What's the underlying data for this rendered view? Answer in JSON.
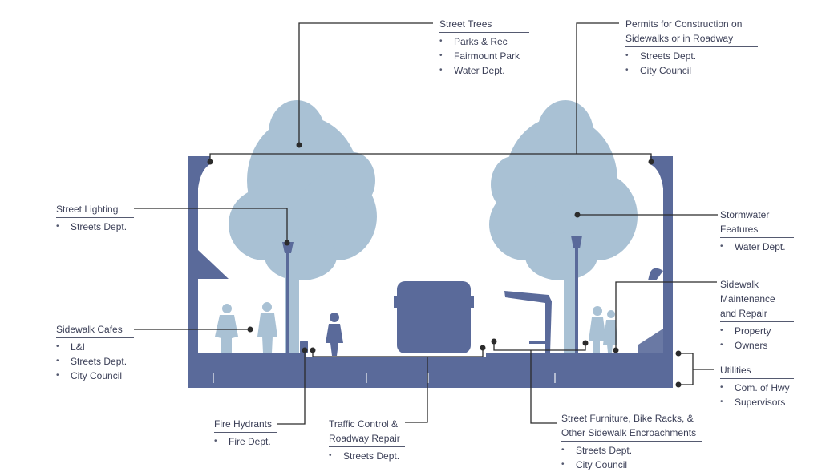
{
  "callouts": {
    "street_trees": {
      "title": [
        "Street Trees"
      ],
      "items": [
        "Parks & Rec",
        "Fairmount Park",
        "Water Dept."
      ]
    },
    "permits": {
      "title": [
        "Permits for Construction on",
        "Sidewalks or in Roadway"
      ],
      "items": [
        "Streets Dept.",
        "City Council"
      ]
    },
    "street_lighting": {
      "title": [
        "Street Lighting"
      ],
      "items": [
        "Streets Dept."
      ]
    },
    "stormwater": {
      "title": [
        "Stormwater",
        "Features"
      ],
      "items": [
        "Water Dept."
      ]
    },
    "sidewalk_maintenance": {
      "title": [
        "Sidewalk",
        "Maintenance",
        "and Repair"
      ],
      "items": [
        "Property",
        "Owners"
      ]
    },
    "sidewalk_cafes": {
      "title": [
        "Sidewalk Cafes"
      ],
      "items": [
        "L&I",
        "Streets Dept.",
        "City Council"
      ]
    },
    "utilities": {
      "title": [
        "Utilities"
      ],
      "items": [
        "Com. of Hwy",
        "Supervisors"
      ]
    },
    "fire_hydrants": {
      "title": [
        "Fire Hydrants"
      ],
      "items": [
        "Fire Dept."
      ]
    },
    "traffic_control": {
      "title": [
        "Traffic Control &",
        "Roadway Repair"
      ],
      "items": [
        "Streets Dept."
      ]
    },
    "street_furniture": {
      "title": [
        "Street Furniture, Bike Racks, &",
        "Other Sidewalk Encroachments"
      ],
      "items": [
        "Streets Dept.",
        "City Council"
      ]
    }
  },
  "colors": {
    "structure": "#5a6a9a",
    "tree": "#a9c1d4",
    "leader": "#2b2b2b",
    "text": "#3b3f57"
  }
}
